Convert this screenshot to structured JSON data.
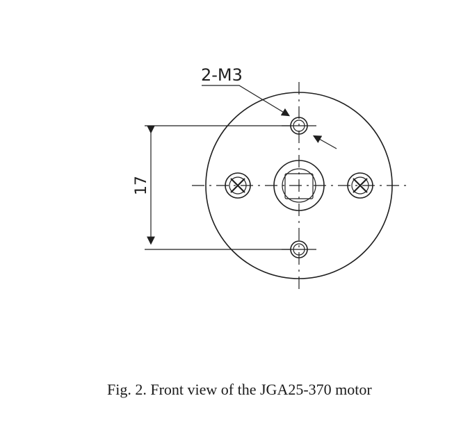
{
  "figure": {
    "caption": "Fig. 2. Front view of the JGA25-370 motor",
    "hole_label": "2-M3",
    "dimension_label": "17"
  }
}
